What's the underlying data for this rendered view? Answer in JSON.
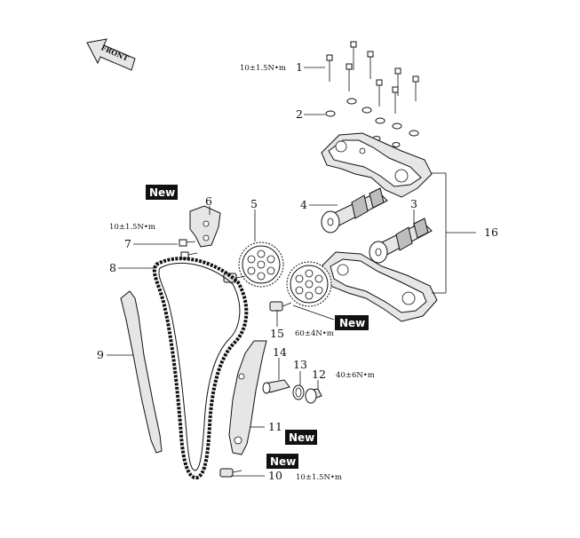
{
  "front_arrow": {
    "label": "FRONT"
  },
  "callouts": [
    {
      "id": "c1",
      "label": "1"
    },
    {
      "id": "c2",
      "label": "2"
    },
    {
      "id": "c3",
      "label": "3"
    },
    {
      "id": "c4",
      "label": "4"
    },
    {
      "id": "c5",
      "label": "5"
    },
    {
      "id": "c6",
      "label": "6"
    },
    {
      "id": "c7",
      "label": "7"
    },
    {
      "id": "c8",
      "label": "8"
    },
    {
      "id": "c9",
      "label": "9"
    },
    {
      "id": "c10",
      "label": "10"
    },
    {
      "id": "c11",
      "label": "11"
    },
    {
      "id": "c12",
      "label": "12"
    },
    {
      "id": "c13",
      "label": "13"
    },
    {
      "id": "c14",
      "label": "14"
    },
    {
      "id": "c15",
      "label": "15"
    },
    {
      "id": "c16",
      "label": "16"
    }
  ],
  "torques": {
    "t1": "10±1.5N•m",
    "t7": "10±1.5N•m",
    "t15": "60±4N•m",
    "t12": "40±6N•m",
    "t10": "10±1.5N•m"
  },
  "badges": {
    "b6": "New",
    "b15": "New",
    "b13": "New",
    "b10": "New"
  }
}
